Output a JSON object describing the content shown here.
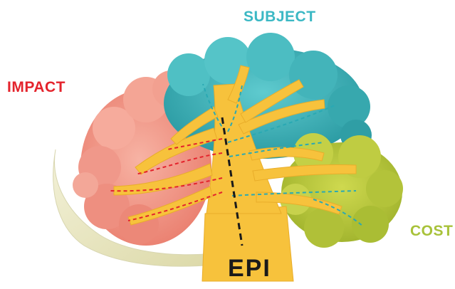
{
  "labels": {
    "subject": "SUBJECT",
    "impact": "IMPACT",
    "cost": "COST",
    "stem": "EPI"
  },
  "colors": {
    "subject": "#3bb8c4",
    "impact": "#e4232c",
    "cost": "#a8c23a",
    "stem": "#f7c23c",
    "impact_florets": "#f19a8a",
    "subject_florets": "#3fb1b6",
    "cost_florets": "#b8c83a",
    "divider": "#1a1a1a"
  }
}
